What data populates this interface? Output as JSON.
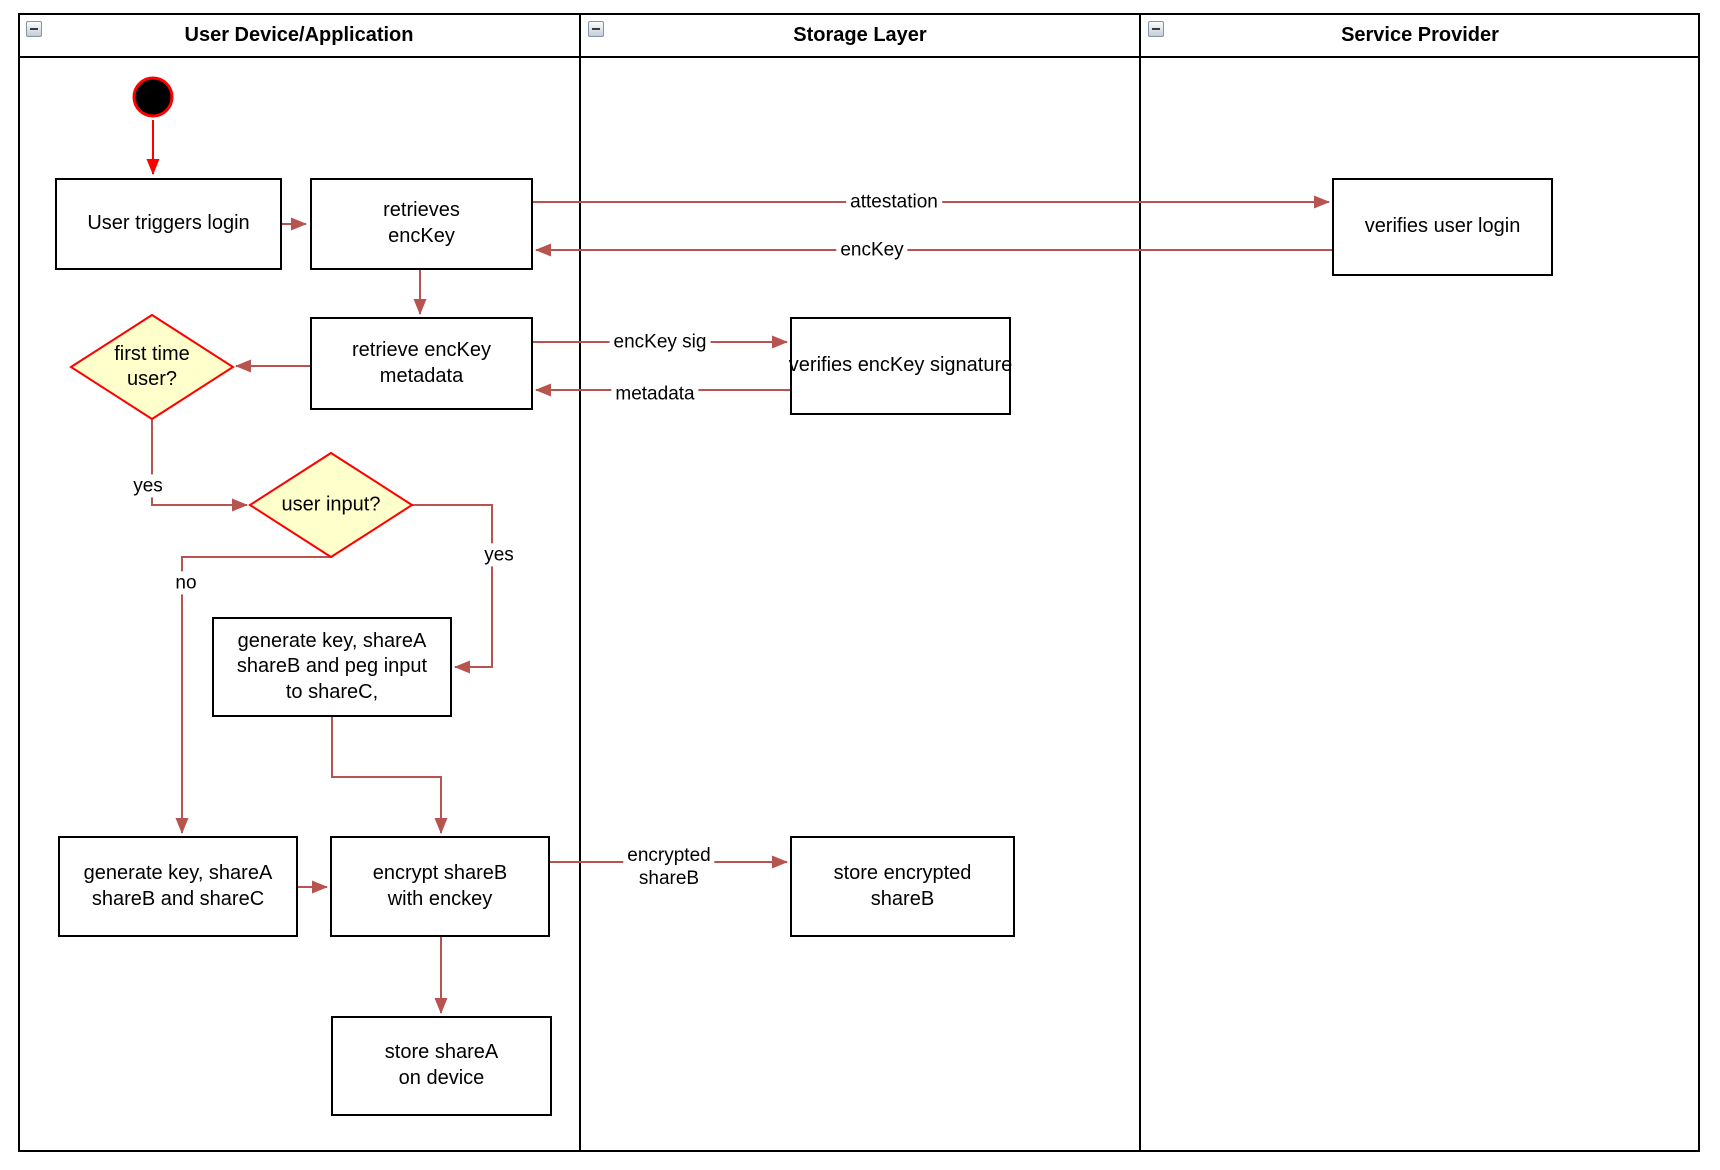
{
  "lanes": [
    {
      "title": "User Device/Application"
    },
    {
      "title": "Storage Layer"
    },
    {
      "title": "Service Provider"
    }
  ],
  "icons": {
    "collapse": "minus-in-square"
  },
  "nodes": {
    "user_triggers_login": "User triggers login",
    "retrieves_enckey": "retrieves\nencKey",
    "verifies_user_login": "verifies user login",
    "retrieve_enckey_metadata": "retrieve encKey\nmetadata",
    "verifies_enckey_signature": "verifies encKey signature",
    "first_time_user": "first time\nuser?",
    "user_input": "user input?",
    "generate_key_peg_input": "generate key, shareA\nshareB and peg input\nto shareC,",
    "generate_key_sharec": "generate key, shareA\nshareB and shareC",
    "encrypt_shareb": "encrypt shareB\nwith enckey",
    "store_sharea": "store shareA\non device",
    "store_encrypted_shareb": "store encrypted\nshareB"
  },
  "edge_labels": {
    "attestation": "attestation",
    "enckey": "encKey",
    "enckey_sig": "encKey sig",
    "metadata": "metadata",
    "first_time_yes": "yes",
    "user_input_yes": "yes",
    "user_input_no": "no",
    "encrypted_shareb": "encrypted\nshareB"
  },
  "colors": {
    "connector": "#B85450",
    "start_accent": "#FF0000",
    "decision_fill": "#FFFFCC",
    "decision_border": "#FF0000",
    "node_border": "#000000"
  }
}
